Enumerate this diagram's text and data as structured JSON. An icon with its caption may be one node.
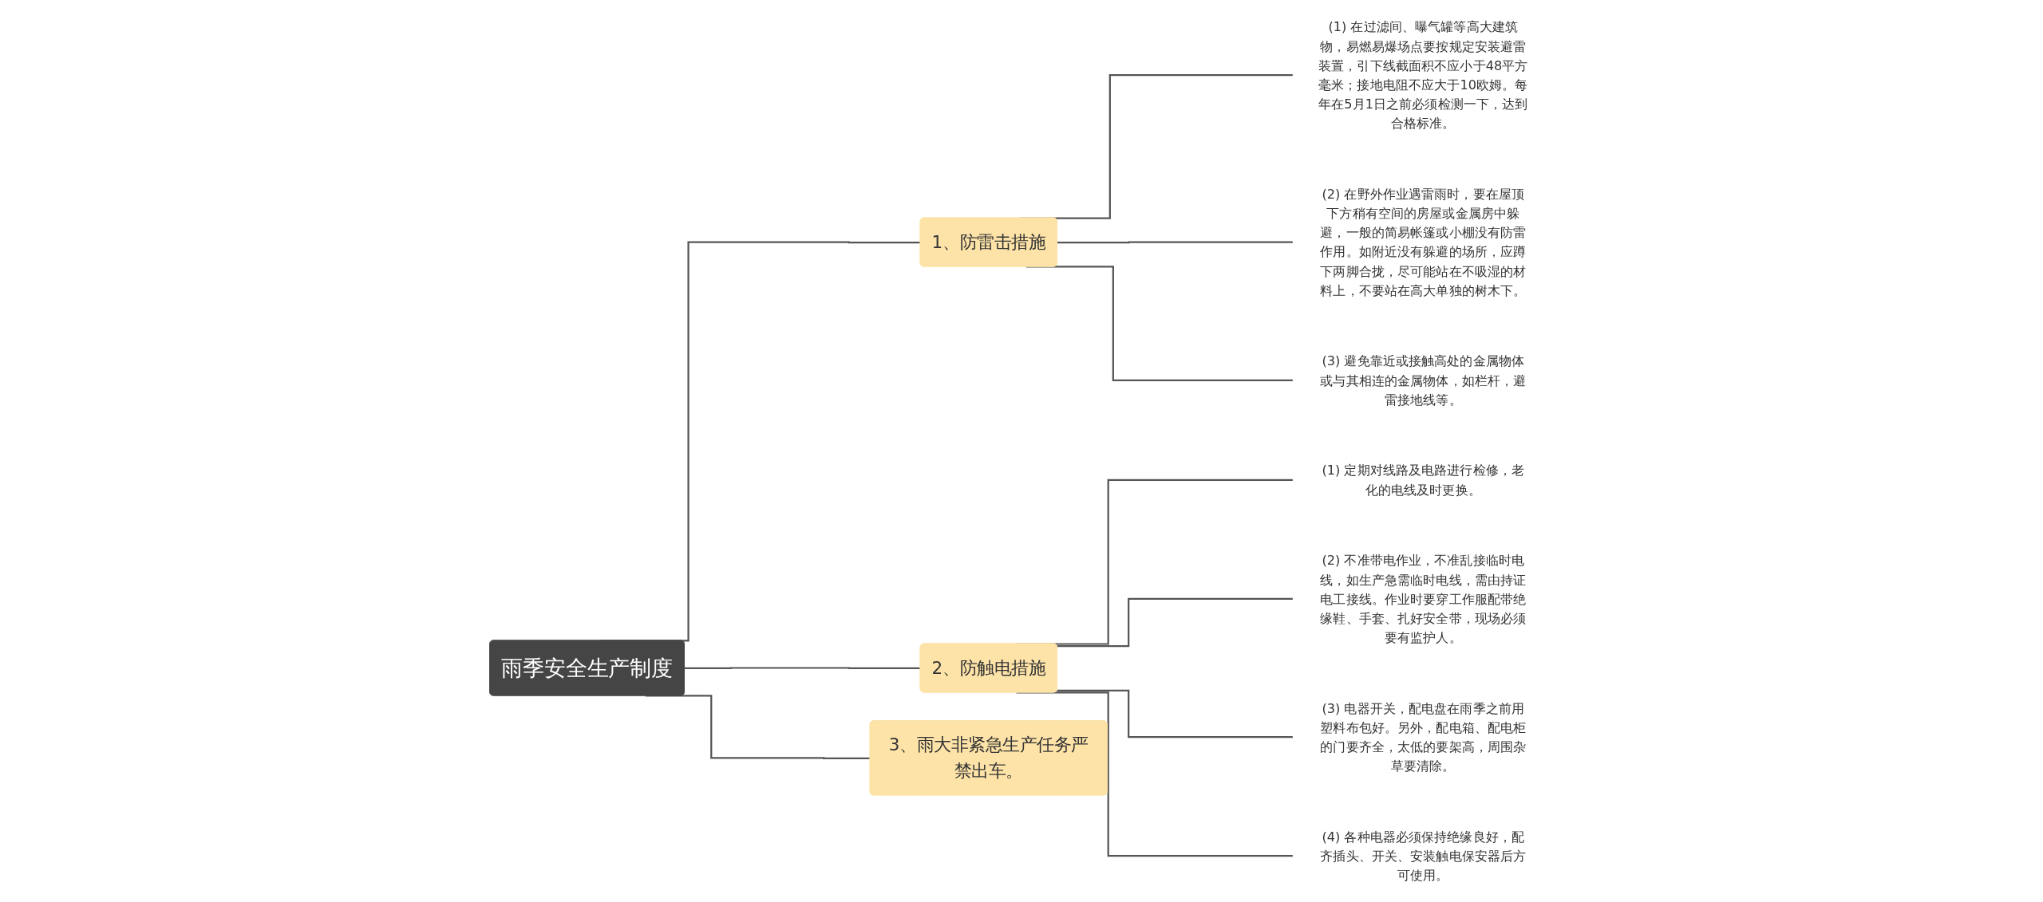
{
  "diagram": {
    "nodes": [
      {
        "text": [
          "雨季安全生产制度"
        ]
      },
      {
        "text": [
          "1、防雷击措施"
        ]
      },
      {
        "text": [
          "(1) 在过滤间、曝气罐等高大建筑物，易燃易爆场点要按规定安装避雷装置，引下线截面积不应小于48平方毫米；接地电阻不应大于10欧姆。每年在5月1日之前必须检测一下，达到合格标准。"
        ]
      },
      {
        "text": [
          "(2) 在野外作业遇雷雨时，要在屋顶下方稍有空间的房屋或金属房中躲避，一般的简易帐篷或小棚没有防雷作用。如附近没有躲避的场所，应蹲下两脚合拢，尽可能站在不吸湿的材料上，不要站在高大单独的树木下。"
        ]
      },
      {
        "text": [
          "(3) 避免靠近或接触高处的金属物体或与其相连的金属物体，如栏杆，避雷接地线等。"
        ]
      },
      {
        "text": [
          "2、防触电措施"
        ]
      },
      {
        "text": [
          "(1) 定期对线路及电路进行检修，老化的电线及时更换。"
        ]
      },
      {
        "text": [
          "(2) 不准带电作业，不准乱接临时电线，如生产急需临时电线，需由持证电工接线。作业时要穿工作服配带绝缘鞋、手套、扎好安全带，现场必须要有监护人。"
        ]
      },
      {
        "text": [
          "(3) 电器开关，配电盘在雨季之前用塑料布包好。另外，配电箱、配电柜的门要齐全，太低的要架高，周围杂草要清除。"
        ]
      },
      {
        "text": [
          "(4) 各种电器必须保持绝缘良好，配齐插头、开关、安装触电保安器后方可使用。"
        ]
      },
      {
        "text": [
          "3、雨大非紧急生产任务严禁出车。"
        ]
      }
    ],
    "edges": [
      {
        "from": 0,
        "to": 1,
        "arrow": "none"
      },
      {
        "from": 1,
        "to": 2,
        "arrow": "none"
      },
      {
        "from": 1,
        "to": 3,
        "arrow": "none"
      },
      {
        "from": 1,
        "to": 4,
        "arrow": "none"
      },
      {
        "from": 0,
        "to": 5,
        "arrow": "none"
      },
      {
        "from": 5,
        "to": 6,
        "arrow": "none"
      },
      {
        "from": 5,
        "to": 7,
        "arrow": "none"
      },
      {
        "from": 5,
        "to": 8,
        "arrow": "none"
      },
      {
        "from": 5,
        "to": 9,
        "arrow": "none"
      },
      {
        "from": 0,
        "to": 10,
        "arrow": "none"
      }
    ]
  }
}
